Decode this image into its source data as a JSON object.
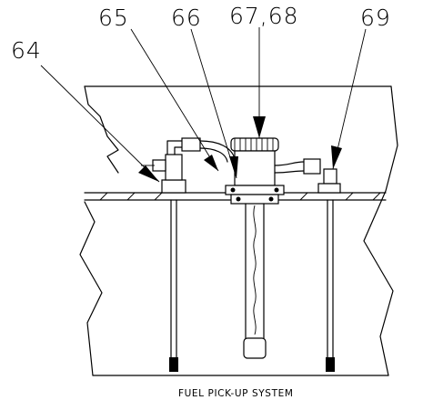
{
  "diagram": {
    "callouts": [
      {
        "id": "64",
        "label": "64"
      },
      {
        "id": "65",
        "label": "65"
      },
      {
        "id": "66",
        "label": "66"
      },
      {
        "id": "67-68",
        "label": "67,68"
      },
      {
        "id": "69",
        "label": "69"
      }
    ],
    "caption": "FUEL PICK-UP SYSTEM"
  }
}
